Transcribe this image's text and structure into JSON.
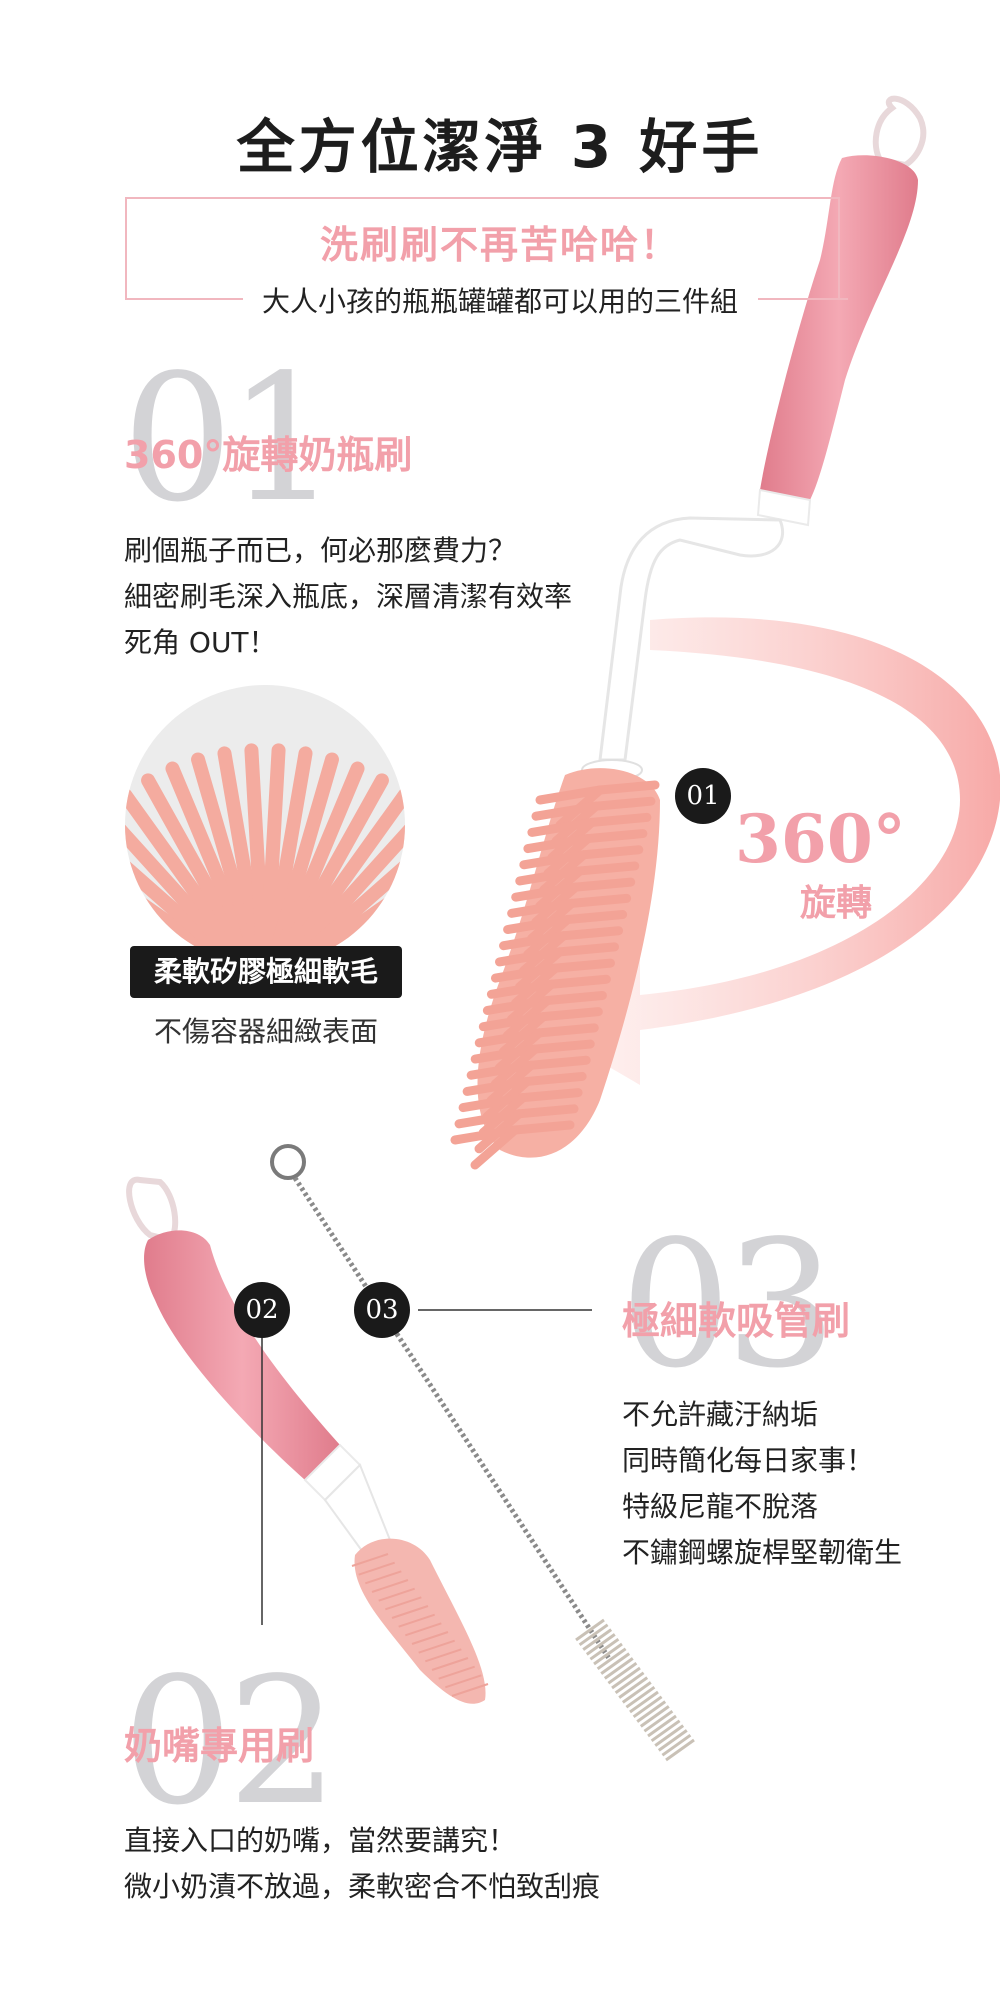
{
  "header": {
    "title": "全方位潔淨 3 好手",
    "tagline": "洗刷刷不再苦哈哈！",
    "subtitle": "大人小孩的瓶瓶罐罐都可以用的三件組"
  },
  "section1": {
    "number": "01",
    "title": "360°旋轉奶瓶刷",
    "lines": [
      "刷個瓶子而已，何必那麼費力？",
      "細密刷毛深入瓶底，深層清潔有效率",
      "死角 OUT！"
    ],
    "badge": "柔軟矽膠極細軟毛",
    "badge_caption": "不傷容器細緻表面"
  },
  "rotation": {
    "degrees": "360°",
    "label": "旋轉"
  },
  "markers": [
    "01",
    "02",
    "03"
  ],
  "section3": {
    "number": "03",
    "title": "極細軟吸管刷",
    "lines": [
      "不允許藏汙納垢",
      "同時簡化每日家事！",
      "特級尼龍不脫落",
      "不鏽鋼螺旋桿堅韌衛生"
    ]
  },
  "section2": {
    "number": "02",
    "title": "奶嘴專用刷",
    "lines": [
      "直接入口的奶嘴，當然要講究！",
      "微小奶漬不放過，柔軟密合不怕致刮痕"
    ]
  },
  "colors": {
    "accent": "#f2a0aa",
    "frame": "#f1b7bf",
    "dark": "#1a1a1a",
    "numeral": "#d3d3d6",
    "brush": "#f6b0a4",
    "handle": "#eb8d9a"
  },
  "icons": [
    "bottle-brush-icon",
    "rotation-arrow-icon",
    "bristle-closeup-icon",
    "nipple-brush-icon",
    "straw-brush-icon"
  ]
}
